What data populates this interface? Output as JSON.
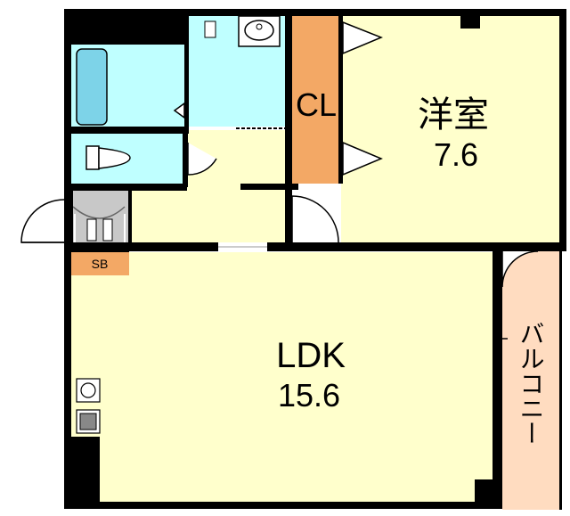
{
  "rooms": {
    "western": {
      "name": "洋室",
      "size": "7.6"
    },
    "closet": {
      "name": "CL"
    },
    "ldk": {
      "name": "LDK",
      "size": "15.6"
    },
    "balcony": {
      "name": "バルコニー"
    },
    "shoe_box": {
      "name": "SB"
    }
  },
  "colors": {
    "floor": "#ffffcc",
    "wet_area": "#bfffff",
    "closet": "#f3a865",
    "balcony": "#ffdcc0",
    "shoe_box": "#f3a865",
    "entrance": "#c8c8c8",
    "wall": "#000000"
  }
}
